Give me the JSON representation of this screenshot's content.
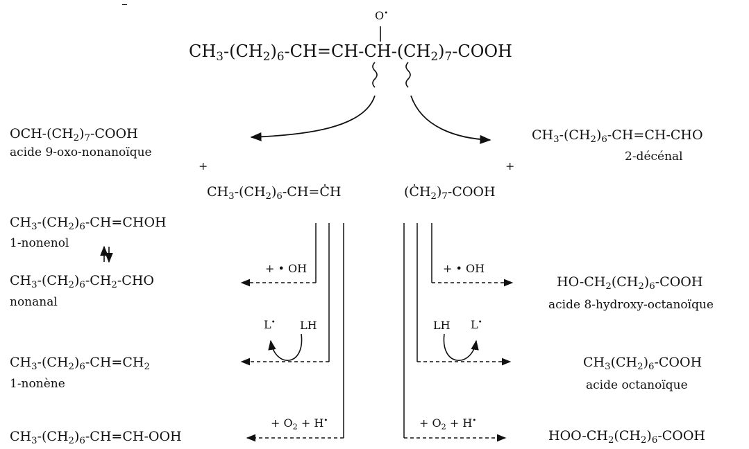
{
  "reactant": {
    "radical": "O<sup>•</sup>",
    "formula": "CH<sub>3</sub>-(CH<sub>2</sub>)<sub>6</sub>-CH=CH-CH-(CH<sub>2</sub>)<sub>7</sub>-COOH"
  },
  "left_branch": {
    "oxo_acid": {
      "formula": "OCH-(CH<sub>2</sub>)<sub>7</sub>-COOH",
      "name": "acide 9-oxo-nonanoïque"
    },
    "plus": "+",
    "radical": "CH<sub>3</sub>-(CH<sub>2</sub>)<sub>6</sub>-CH=ĊH",
    "products": [
      {
        "formula": "CH<sub>3</sub>-(CH<sub>2</sub>)<sub>6</sub>-CH=CHOH",
        "name": "1-nonenol"
      },
      {
        "formula": "CH<sub>3</sub>-(CH<sub>2</sub>)<sub>6</sub>-CH<sub>2</sub>-CHO",
        "name": "nonanal"
      },
      {
        "formula": "CH<sub>3</sub>-(CH<sub>2</sub>)<sub>6</sub>-CH=CH<sub>2</sub>",
        "name": "1-nonène"
      },
      {
        "formula": "CH<sub>3</sub>-(CH<sub>2</sub>)<sub>6</sub>-CH=CH-OOH",
        "name": ""
      }
    ]
  },
  "right_branch": {
    "decenal": {
      "formula": "CH<sub>3</sub>-(CH<sub>2</sub>)<sub>6</sub>-CH=CH-CHO",
      "name": "2-décénal"
    },
    "plus": "+",
    "radical": "(ĊH<sub>2</sub>)<sub>7</sub>-COOH",
    "products": [
      {
        "formula": "HO-CH<sub>2</sub>(CH<sub>2</sub>)<sub>6</sub>-COOH",
        "name": "acide 8-hydroxy-octanoïque"
      },
      {
        "formula": "CH<sub>3</sub>(CH<sub>2</sub>)<sub>6</sub>-COOH",
        "name": "acide octanoïque"
      },
      {
        "formula": "HOO-CH<sub>2</sub>(CH<sub>2</sub>)<sub>6</sub>-COOH",
        "name": ""
      }
    ]
  },
  "reagents": {
    "oh": "+ • OH",
    "l_radical": "L<sup>•</sup>",
    "lh": "LH",
    "o2_h": "+ O<sub>2</sub> + H<sup>•</sup>"
  }
}
